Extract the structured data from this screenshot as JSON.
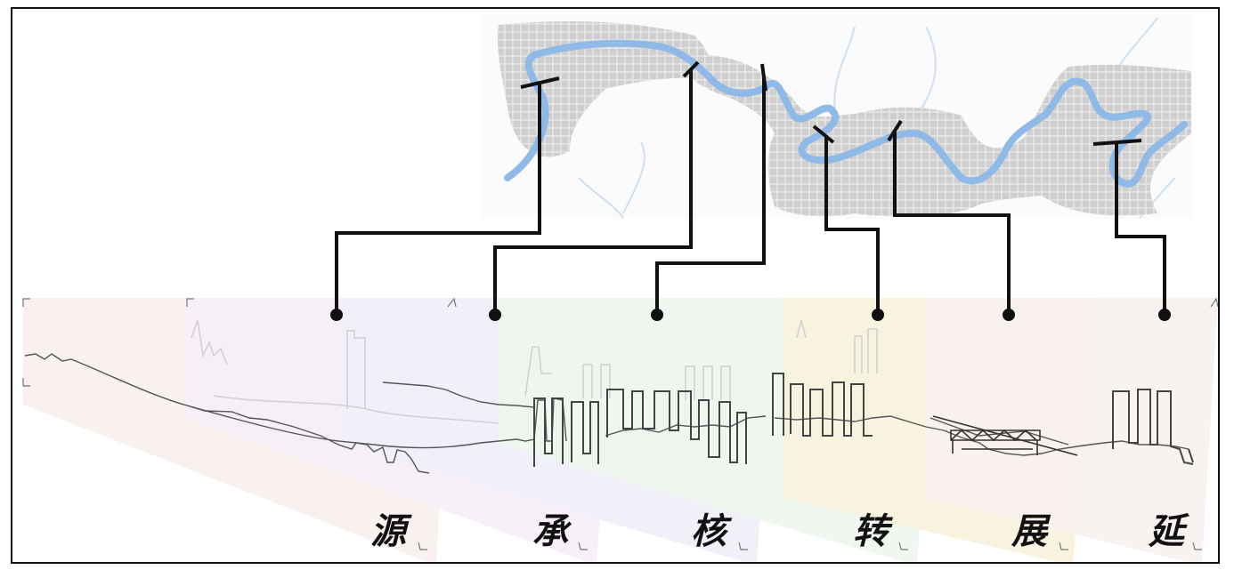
{
  "colors": {
    "river": "#8fb9e6",
    "city_blocks": "#d3d3d3",
    "leader_lines": "#111111",
    "panel_tints": [
      "#f8eeee",
      "#f6eef8",
      "#efeef8",
      "#eef6ee",
      "#f7f2dc",
      "#f7f1ee"
    ]
  },
  "sections": [
    {
      "label": "源"
    },
    {
      "label": "承"
    },
    {
      "label": "核"
    },
    {
      "label": "转"
    },
    {
      "label": "展"
    },
    {
      "label": "延"
    }
  ]
}
